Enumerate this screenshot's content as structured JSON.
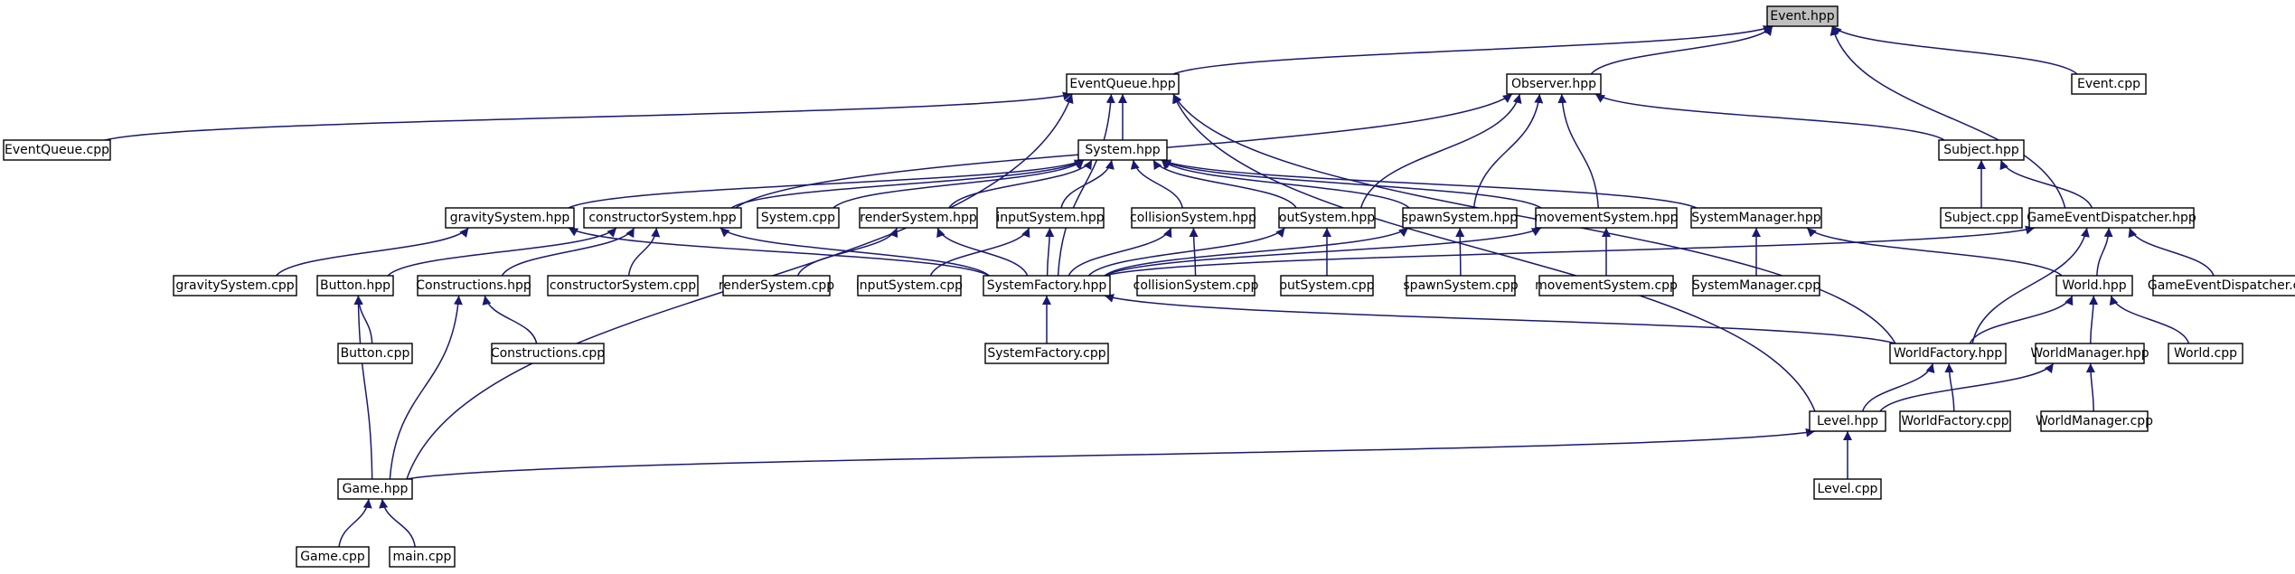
{
  "graph": {
    "title": "",
    "nodes": [
      {
        "id": "event_hpp",
        "label": "Event.hpp",
        "root": true
      },
      {
        "id": "eventqueue_hpp",
        "label": "EventQueue.hpp"
      },
      {
        "id": "observer_hpp",
        "label": "Observer.hpp"
      },
      {
        "id": "event_cpp",
        "label": "Event.cpp"
      },
      {
        "id": "eventqueue_cpp",
        "label": "EventQueue.cpp"
      },
      {
        "id": "system_hpp",
        "label": "System.hpp"
      },
      {
        "id": "subject_hpp",
        "label": "Subject.hpp"
      },
      {
        "id": "gravitysystem_hpp",
        "label": "gravitySystem.hpp"
      },
      {
        "id": "constructorsystem_hpp",
        "label": "constructorSystem.hpp"
      },
      {
        "id": "system_cpp",
        "label": "System.cpp"
      },
      {
        "id": "rendersystem_hpp",
        "label": "renderSystem.hpp"
      },
      {
        "id": "inputsystem_hpp",
        "label": "inputSystem.hpp"
      },
      {
        "id": "collisionsystem_hpp",
        "label": "collisionSystem.hpp"
      },
      {
        "id": "outsystem_hpp",
        "label": "outSystem.hpp"
      },
      {
        "id": "spawnsystem_hpp",
        "label": "spawnSystem.hpp"
      },
      {
        "id": "movementsystem_hpp",
        "label": "movementSystem.hpp"
      },
      {
        "id": "systemmanager_hpp",
        "label": "SystemManager.hpp"
      },
      {
        "id": "subject_cpp",
        "label": "Subject.cpp"
      },
      {
        "id": "gameeventdispatcher_hpp",
        "label": "GameEventDispatcher.hpp"
      },
      {
        "id": "gravitysystem_cpp",
        "label": "gravitySystem.cpp"
      },
      {
        "id": "button_hpp",
        "label": "Button.hpp"
      },
      {
        "id": "constructions_hpp",
        "label": "Constructions.hpp"
      },
      {
        "id": "constructorsystem_cpp",
        "label": "constructorSystem.cpp"
      },
      {
        "id": "rendersystem_cpp",
        "label": "renderSystem.cpp"
      },
      {
        "id": "inputsystem_cpp",
        "label": "inputSystem.cpp"
      },
      {
        "id": "systemfactory_hpp",
        "label": "SystemFactory.hpp"
      },
      {
        "id": "collisionsystem_cpp",
        "label": "collisionSystem.cpp"
      },
      {
        "id": "outsystem_cpp",
        "label": "outSystem.cpp"
      },
      {
        "id": "spawnsystem_cpp",
        "label": "spawnSystem.cpp"
      },
      {
        "id": "movementsystem_cpp",
        "label": "movementSystem.cpp"
      },
      {
        "id": "systemmanager_cpp",
        "label": "SystemManager.cpp"
      },
      {
        "id": "world_hpp",
        "label": "World.hpp"
      },
      {
        "id": "gameeventdispatcher_cpp",
        "label": "GameEventDispatcher.cpp"
      },
      {
        "id": "button_cpp",
        "label": "Button.cpp"
      },
      {
        "id": "constructions_cpp",
        "label": "Constructions.cpp"
      },
      {
        "id": "systemfactory_cpp",
        "label": "SystemFactory.cpp"
      },
      {
        "id": "worldfactory_hpp",
        "label": "WorldFactory.hpp"
      },
      {
        "id": "worldmanager_hpp",
        "label": "WorldManager.hpp"
      },
      {
        "id": "world_cpp",
        "label": "World.cpp"
      },
      {
        "id": "level_hpp",
        "label": "Level.hpp"
      },
      {
        "id": "worldfactory_cpp",
        "label": "WorldFactory.cpp"
      },
      {
        "id": "worldmanager_cpp",
        "label": "WorldManager.cpp"
      },
      {
        "id": "game_hpp",
        "label": "Game.hpp"
      },
      {
        "id": "level_cpp",
        "label": "Level.cpp"
      },
      {
        "id": "game_cpp",
        "label": "Game.cpp"
      },
      {
        "id": "main_cpp",
        "label": "main.cpp"
      }
    ],
    "edges": [
      {
        "from": "eventqueue_hpp",
        "to": "event_hpp"
      },
      {
        "from": "observer_hpp",
        "to": "event_hpp"
      },
      {
        "from": "event_cpp",
        "to": "event_hpp"
      },
      {
        "from": "gameeventdispatcher_hpp",
        "to": "event_hpp"
      },
      {
        "from": "eventqueue_cpp",
        "to": "eventqueue_hpp"
      },
      {
        "from": "system_hpp",
        "to": "eventqueue_hpp"
      },
      {
        "from": "game_hpp",
        "to": "eventqueue_hpp"
      },
      {
        "from": "systemfactory_hpp",
        "to": "eventqueue_hpp"
      },
      {
        "from": "worldfactory_hpp",
        "to": "eventqueue_hpp"
      },
      {
        "from": "level_hpp",
        "to": "eventqueue_hpp"
      },
      {
        "from": "subject_hpp",
        "to": "observer_hpp"
      },
      {
        "from": "constructorsystem_hpp",
        "to": "observer_hpp"
      },
      {
        "from": "outsystem_hpp",
        "to": "observer_hpp"
      },
      {
        "from": "spawnsystem_hpp",
        "to": "observer_hpp"
      },
      {
        "from": "movementsystem_hpp",
        "to": "observer_hpp"
      },
      {
        "from": "gravitysystem_hpp",
        "to": "system_hpp"
      },
      {
        "from": "constructorsystem_hpp",
        "to": "system_hpp"
      },
      {
        "from": "system_cpp",
        "to": "system_hpp"
      },
      {
        "from": "rendersystem_hpp",
        "to": "system_hpp"
      },
      {
        "from": "inputsystem_hpp",
        "to": "system_hpp"
      },
      {
        "from": "collisionsystem_hpp",
        "to": "system_hpp"
      },
      {
        "from": "outsystem_hpp",
        "to": "system_hpp"
      },
      {
        "from": "spawnsystem_hpp",
        "to": "system_hpp"
      },
      {
        "from": "movementsystem_hpp",
        "to": "system_hpp"
      },
      {
        "from": "systemmanager_hpp",
        "to": "system_hpp"
      },
      {
        "from": "subject_cpp",
        "to": "subject_hpp"
      },
      {
        "from": "gameeventdispatcher_hpp",
        "to": "subject_hpp"
      },
      {
        "from": "gravitysystem_cpp",
        "to": "gravitysystem_hpp"
      },
      {
        "from": "systemfactory_hpp",
        "to": "gravitysystem_hpp"
      },
      {
        "from": "button_hpp",
        "to": "constructorsystem_hpp"
      },
      {
        "from": "constructions_hpp",
        "to": "constructorsystem_hpp"
      },
      {
        "from": "constructorsystem_cpp",
        "to": "constructorsystem_hpp"
      },
      {
        "from": "systemfactory_hpp",
        "to": "constructorsystem_hpp"
      },
      {
        "from": "rendersystem_cpp",
        "to": "rendersystem_hpp"
      },
      {
        "from": "systemfactory_hpp",
        "to": "rendersystem_hpp"
      },
      {
        "from": "inputsystem_cpp",
        "to": "inputsystem_hpp"
      },
      {
        "from": "systemfactory_hpp",
        "to": "inputsystem_hpp"
      },
      {
        "from": "collisionsystem_cpp",
        "to": "collisionsystem_hpp"
      },
      {
        "from": "systemfactory_hpp",
        "to": "collisionsystem_hpp"
      },
      {
        "from": "outsystem_cpp",
        "to": "outsystem_hpp"
      },
      {
        "from": "systemfactory_hpp",
        "to": "outsystem_hpp"
      },
      {
        "from": "spawnsystem_cpp",
        "to": "spawnsystem_hpp"
      },
      {
        "from": "systemfactory_hpp",
        "to": "spawnsystem_hpp"
      },
      {
        "from": "movementsystem_cpp",
        "to": "movementsystem_hpp"
      },
      {
        "from": "systemfactory_hpp",
        "to": "movementsystem_hpp"
      },
      {
        "from": "systemmanager_cpp",
        "to": "systemmanager_hpp"
      },
      {
        "from": "world_hpp",
        "to": "systemmanager_hpp"
      },
      {
        "from": "systemfactory_hpp",
        "to": "gameeventdispatcher_hpp"
      },
      {
        "from": "world_hpp",
        "to": "gameeventdispatcher_hpp"
      },
      {
        "from": "worldfactory_hpp",
        "to": "gameeventdispatcher_hpp"
      },
      {
        "from": "gameeventdispatcher_cpp",
        "to": "gameeventdispatcher_hpp"
      },
      {
        "from": "button_cpp",
        "to": "button_hpp"
      },
      {
        "from": "game_hpp",
        "to": "button_hpp"
      },
      {
        "from": "constructions_cpp",
        "to": "constructions_hpp"
      },
      {
        "from": "game_hpp",
        "to": "constructions_hpp"
      },
      {
        "from": "systemfactory_cpp",
        "to": "systemfactory_hpp"
      },
      {
        "from": "worldfactory_hpp",
        "to": "systemfactory_hpp"
      },
      {
        "from": "worldfactory_hpp",
        "to": "world_hpp"
      },
      {
        "from": "worldmanager_hpp",
        "to": "world_hpp"
      },
      {
        "from": "world_cpp",
        "to": "world_hpp"
      },
      {
        "from": "level_hpp",
        "to": "worldfactory_hpp"
      },
      {
        "from": "worldfactory_cpp",
        "to": "worldfactory_hpp"
      },
      {
        "from": "level_hpp",
        "to": "worldmanager_hpp"
      },
      {
        "from": "worldmanager_cpp",
        "to": "worldmanager_hpp"
      },
      {
        "from": "game_hpp",
        "to": "level_hpp"
      },
      {
        "from": "level_cpp",
        "to": "level_hpp"
      },
      {
        "from": "game_cpp",
        "to": "game_hpp"
      },
      {
        "from": "main_cpp",
        "to": "game_hpp"
      }
    ]
  },
  "colors": {
    "edge": "#191970",
    "node_border": "#000000",
    "node_fill": "#ffffff",
    "root_fill": "#bfbfbf",
    "background": "#ffffff"
  }
}
